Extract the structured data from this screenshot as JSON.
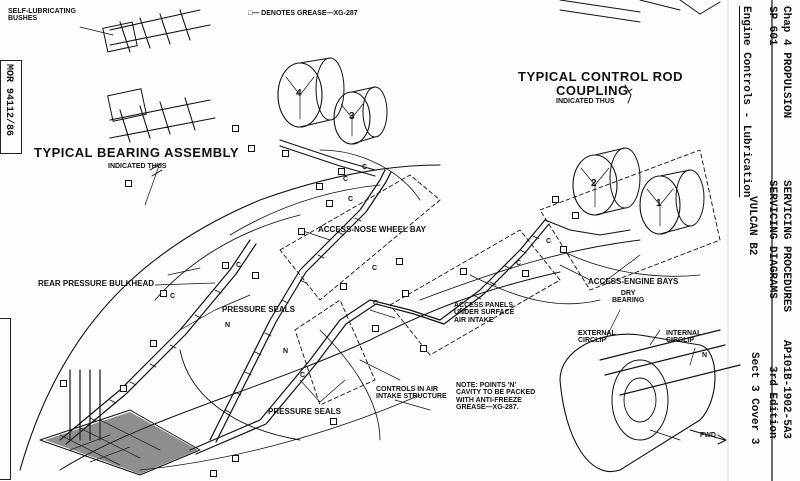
{
  "notes": {
    "grease_legend": "□— DENOTES GREASE—XG-287",
    "self_lubricating": "SELF-LUBRICATING\nBUSHES",
    "typical_bearing": "TYPICAL BEARING ASSEMBLY",
    "bearing_indicated": "INDICATED THUS",
    "typical_rod": "TYPICAL CONTROL ROD",
    "coupling": "COUPLING",
    "rod_indicated": "INDICATED THUS",
    "access_nose": "ACCESS-NOSE WHEEL BAY",
    "rear_bulkhead": "REAR PRESSURE BULKHEAD",
    "pressure_seals_1": "PRESSURE SEALS",
    "pressure_seals_2": "PRESSURE SEALS",
    "access_panels": "ACCESS PANELS\nUNDER SURFACE\nAIR INTAKE",
    "controls_intake": "CONTROLS IN AIR\nINTAKE STRUCTURE",
    "note_n": "NOTE: POINTS 'N'\nCAVITY TO BE PACKED\nWITH ANTI-FREEZE\nGREASE—XG-287.",
    "access_engine": "ACCESS-ENGINE BAYS",
    "dry_bearing": "DRY\nBEARING",
    "external_circlip": "EXTERNAL\nCIRCLIP",
    "internal_circlip": "INTERNAL\nCIRCLIP",
    "fwd": "FWD"
  },
  "engines": [
    "4",
    "3",
    "2",
    "1"
  ],
  "n_points": [
    "N",
    "N",
    "N"
  ],
  "grease_c": "C",
  "side_panel": {
    "chap": "Chap 4 PROPULSION",
    "sp": "SP 601",
    "subject": "Engine Controls - Lubrication",
    "title1": "SERVICING PROCEDURES",
    "title2": "SERVICING DIAGRAMS",
    "aircraft": "VULCAN B2",
    "ref1": "AP101B-1902-5A3",
    "edition": "3rd Edition",
    "sect": "Sect 3 Cover 3",
    "mor": "MOR 94112/86"
  }
}
